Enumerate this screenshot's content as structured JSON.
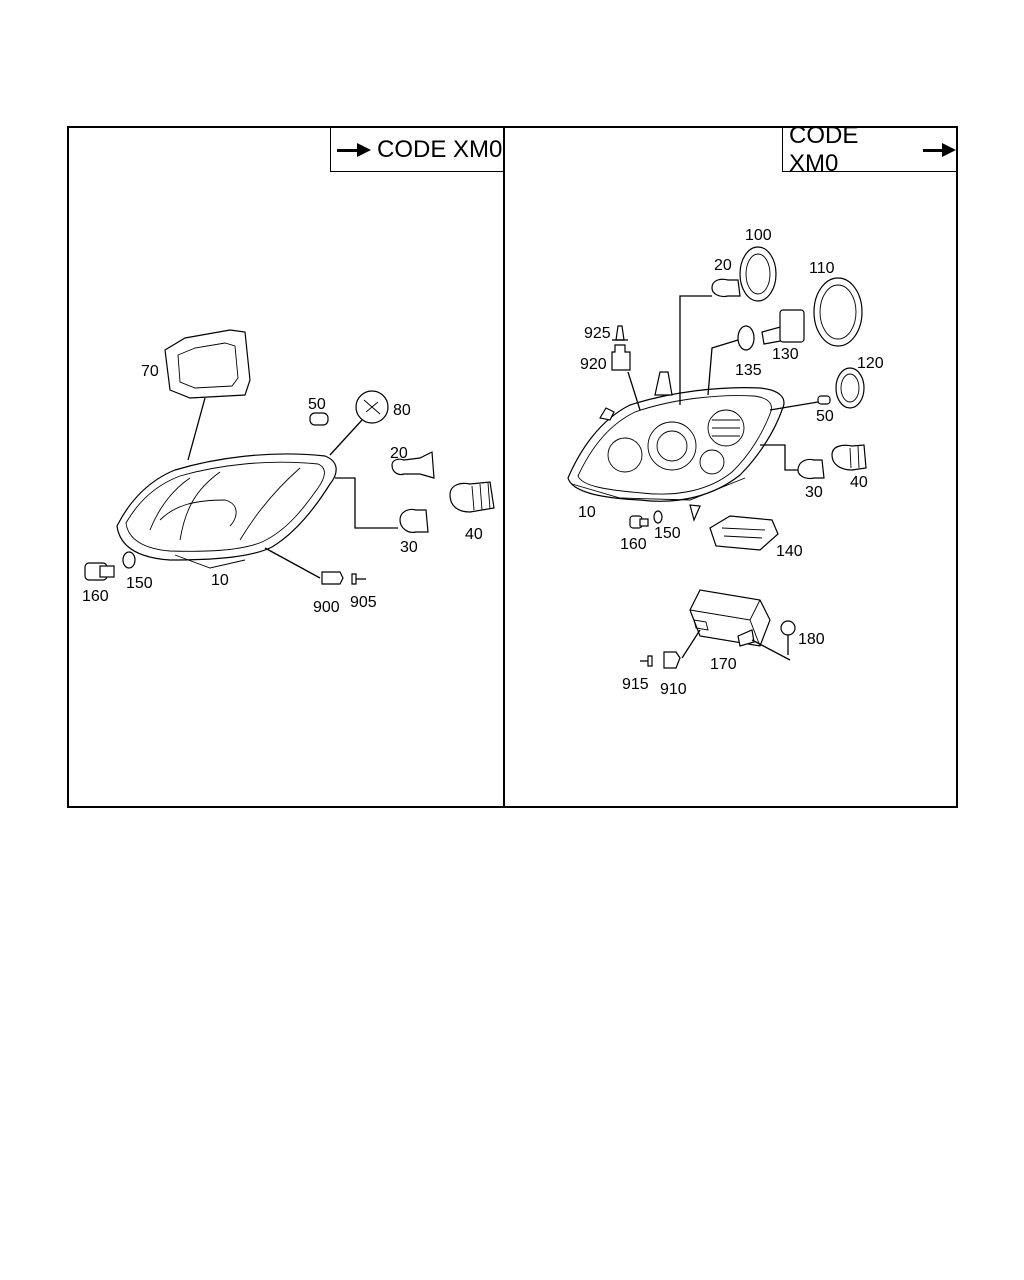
{
  "header": {
    "left_code": "CODE XM0",
    "right_code": "CODE XM0"
  },
  "left_panel": {
    "callouts": [
      "70",
      "50",
      "80",
      "20",
      "30",
      "40",
      "160",
      "150",
      "10",
      "900",
      "905"
    ]
  },
  "right_panel": {
    "callouts": [
      "100",
      "20",
      "110",
      "925",
      "920",
      "130",
      "135",
      "120",
      "50",
      "30",
      "40",
      "10",
      "160",
      "150",
      "140",
      "180",
      "170",
      "915",
      "910"
    ]
  }
}
